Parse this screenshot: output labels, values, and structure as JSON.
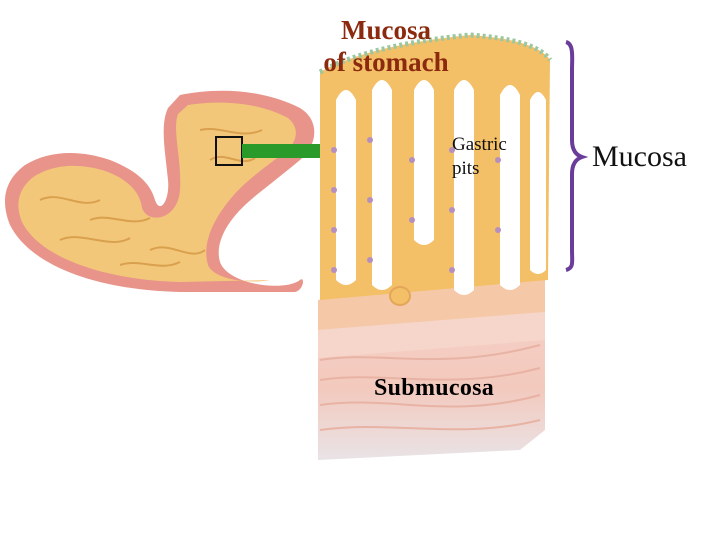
{
  "diagram": {
    "title_line1": "Mucosa",
    "title_line2": "of stomach",
    "pits_line1": "Gastric",
    "pits_line2": "pits",
    "submucosa": "Submucosa",
    "mucosa": "Mucosa"
  },
  "colors": {
    "title": "#8b2a0e",
    "arrow": "#2a9a2a",
    "brace": "#6a3d9a",
    "tissue": "#f3bf67",
    "stomach_wall": "#e8948a"
  },
  "icons": [
    "stomach-illustration",
    "arrow-icon",
    "brace-icon",
    "tissue-block-illustration"
  ]
}
